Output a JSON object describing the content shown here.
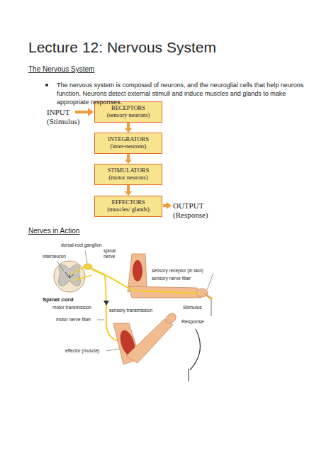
{
  "diagram": {
    "title": "Lecture 12: Nervous System",
    "nodes": [
      {
        "text": [
          "RECEPTORS",
          "(sensory neurons)"
        ]
      },
      {
        "text": [
          "INTEGRATORS",
          "(inter-neurons)"
        ]
      },
      {
        "text": [
          "STIMULATORS",
          "(motor neurons)"
        ]
      },
      {
        "text": [
          "EFFECTORS",
          "(muscles/ glands)"
        ]
      }
    ],
    "edges": [
      {
        "from": 0,
        "to": 1,
        "arrow": "to"
      },
      {
        "from": 1,
        "to": 2,
        "arrow": "to"
      },
      {
        "from": 2,
        "to": 3,
        "arrow": "to"
      }
    ],
    "labels": [
      "The Nervous System",
      "The nervous system is composed of neurons, and the neuroglial cells that help neurons function. Neurons detect external stimuli and induce muscles and glands to make appropriate responses.",
      "INPUT (Stimulus)",
      "OUTPUT (Response)",
      "Nerves in Action",
      "dorsal-root ganglion",
      "spinal nerve",
      "interneuron",
      "Spinal cord",
      "sensory receptor (in skin)",
      "sensory nerve fiber",
      "motor transmission",
      "sensory transmission",
      "Stimulus",
      "motor nerve fiber",
      "Response",
      "effector (muscle)"
    ]
  }
}
